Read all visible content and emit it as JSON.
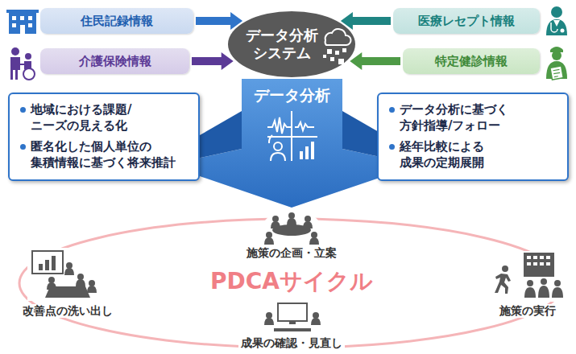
{
  "diagram": {
    "nodes": [
      {
        "text": [
          "住民記録情報"
        ]
      },
      {
        "text": [
          "データ分析 システム"
        ]
      },
      {
        "text": [
          "医療レセプト情報"
        ]
      },
      {
        "text": [
          "介護保険情報"
        ]
      },
      {
        "text": [
          "特定健診情報"
        ]
      },
      {
        "text": [
          "データ分析"
        ]
      },
      {
        "text": [
          "地域における課題/ ニーズの見える化",
          "匿名化した個人単位の 集積情報に基づく将来推計"
        ]
      },
      {
        "text": [
          "データ分析に基づく 方針指導/フォロー",
          "経年比較による 成果の定期展開"
        ]
      },
      {
        "text": [
          "PDCAサイクル"
        ]
      }
    ],
    "edges": [
      {
        "from": 0,
        "to": 1,
        "arrow": "to"
      },
      {
        "from": 2,
        "to": 1,
        "arrow": "to"
      },
      {
        "from": 3,
        "to": 1,
        "arrow": "to"
      },
      {
        "from": 4,
        "to": 1,
        "arrow": "to"
      }
    ],
    "labels": [
      "施策の企画・立案",
      "改善点の洗い出し",
      "施策の実行",
      "成果の確認・見直し"
    ]
  }
}
